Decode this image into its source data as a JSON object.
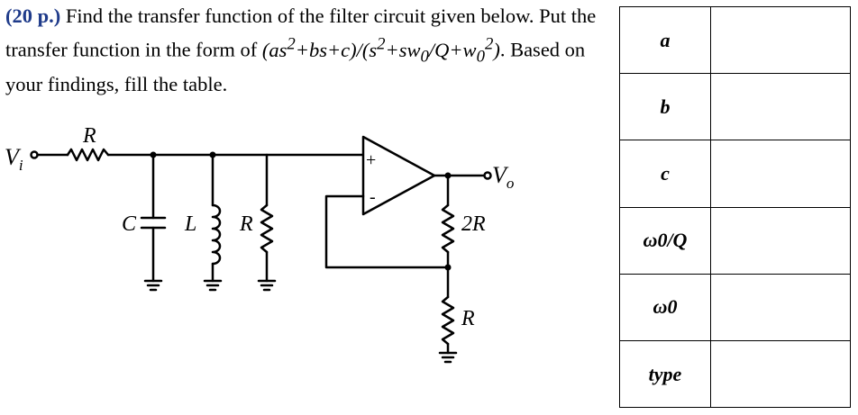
{
  "problem": {
    "points": "(20 p.)",
    "text_1": " Find the transfer function of the filter circuit given below. Put the transfer function in the form of ",
    "formula_num": "(as",
    "formula_rest_1": "+bs+c)/(s",
    "formula_rest_2": "+sw",
    "formula_sub_0a": "0",
    "formula_q": "/Q+w",
    "formula_sub_0b": "0",
    "formula_close": ")",
    "sup_2": "2",
    "text_2": ". Based on your findings, fill the table."
  },
  "circuit": {
    "labels": {
      "vi": "V",
      "vi_sub": "i",
      "vo": "V",
      "vo_sub": "o",
      "r_series": "R",
      "c_shunt": "C",
      "l_shunt": "L",
      "r_shunt": "R",
      "r_feedback": "2R",
      "r_ground": "R",
      "plus": "+",
      "minus": "-"
    }
  },
  "answer_table": {
    "rows": [
      {
        "label": "a",
        "value": ""
      },
      {
        "label": "b",
        "value": ""
      },
      {
        "label": "c",
        "value": ""
      },
      {
        "label": "ω0/Q",
        "value": ""
      },
      {
        "label": "ω0",
        "value": ""
      },
      {
        "label": "type",
        "value": ""
      }
    ]
  }
}
